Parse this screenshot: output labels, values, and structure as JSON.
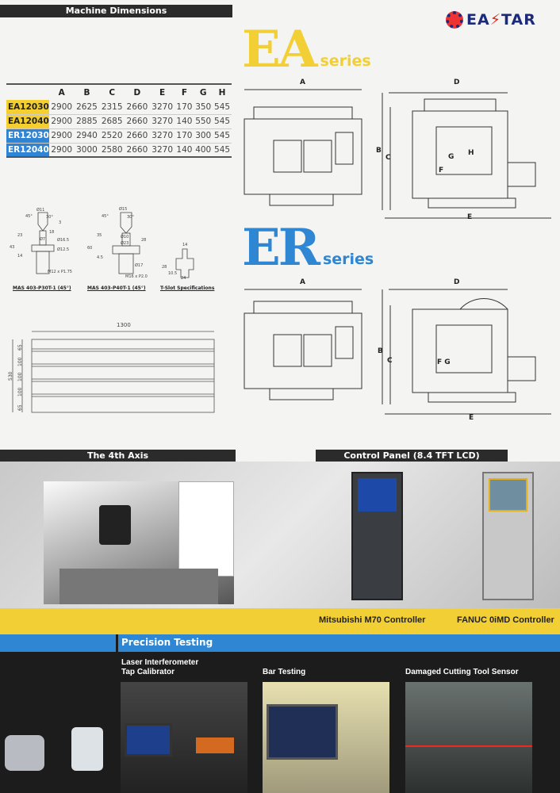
{
  "header": {
    "title": "Machine Dimensions",
    "logo": "EASTAR"
  },
  "ea": {
    "big": "EA",
    "series": "series"
  },
  "er": {
    "big": "ER",
    "series": "series"
  },
  "table": {
    "columns": [
      "A",
      "B",
      "C",
      "D",
      "E",
      "F",
      "G",
      "H"
    ],
    "rows": [
      {
        "model": "EA12030",
        "values": [
          "2900",
          "2625",
          "2315",
          "2660",
          "3270",
          "170",
          "350",
          "545"
        ]
      },
      {
        "model": "EA12040",
        "values": [
          "2900",
          "2885",
          "2685",
          "2660",
          "3270",
          "140",
          "550",
          "545"
        ]
      },
      {
        "model": "ER12030",
        "values": [
          "2900",
          "2940",
          "2520",
          "2660",
          "3270",
          "170",
          "300",
          "545"
        ]
      },
      {
        "model": "ER12040",
        "values": [
          "2900",
          "3000",
          "2580",
          "2660",
          "3270",
          "140",
          "400",
          "545"
        ]
      }
    ]
  },
  "dim_labels": {
    "a": "A",
    "b": "B",
    "c": "C",
    "d": "D",
    "e": "E",
    "f": "F",
    "g": "G",
    "h": "H",
    "fg": "F G"
  },
  "pull_studs": [
    {
      "caption": "MAS 403-P30T-1 (45°)",
      "dims": [
        "Ø11",
        "45°",
        "30°",
        "Ø7",
        "Ø16.5",
        "Ø12.5",
        "43",
        "23",
        "18",
        "3",
        "14",
        "M12 x P1.75"
      ]
    },
    {
      "caption": "MAS 403-P40T-1 (45°)",
      "dims": [
        "Ø15",
        "45°",
        "30°",
        "Ø10",
        "Ø23",
        "Ø17",
        "60",
        "35",
        "28",
        "4.5",
        "M16 x P2.0"
      ]
    },
    {
      "caption": "T-Slot Specifications",
      "dims": [
        "14",
        "28",
        "10.5",
        "24"
      ]
    }
  ],
  "table_plate": {
    "width": "1300",
    "height": "530",
    "spacings": [
      "65",
      "100",
      "100",
      "100",
      "65"
    ]
  },
  "sections": {
    "fourth_axis": "The 4th Axis",
    "control_panel": "Control Panel (8.4 TFT LCD)"
  },
  "controllers": [
    "Mitsubishi M70 Controller",
    "FANUC 0iMD Controller"
  ],
  "precision": {
    "title": "Precision Testing",
    "items": [
      "Laser Interferometer\nTap Calibrator",
      "Bar Testing",
      "Damaged Cutting Tool Sensor"
    ]
  },
  "colors": {
    "yellow": "#f2cf35",
    "blue": "#2f86d2",
    "dark": "#1c1c1c"
  }
}
